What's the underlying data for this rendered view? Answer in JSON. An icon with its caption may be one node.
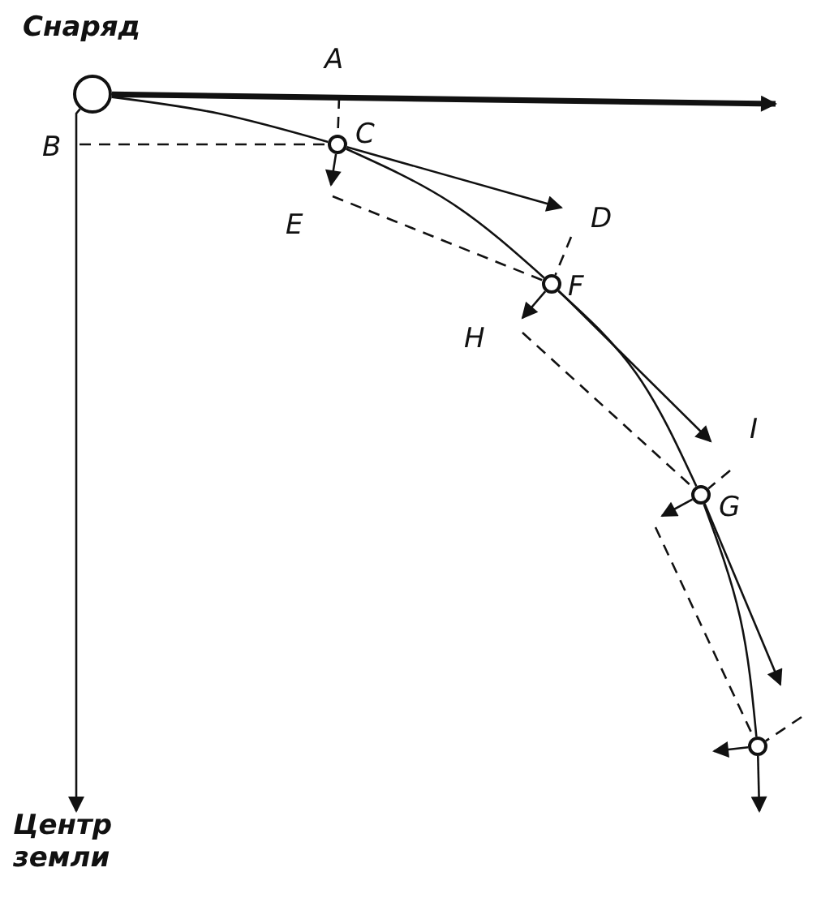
{
  "diagram": {
    "nodes": [
      {
        "text": [],
        "shape": "circle",
        "beside": [
          "Снаряд"
        ]
      },
      {
        "text": [
          "Центр земли"
        ]
      },
      {
        "text": [],
        "shape": "circle",
        "beside": [
          "C"
        ]
      },
      {
        "text": [],
        "shape": "circle",
        "beside": [
          "F"
        ]
      },
      {
        "text": [],
        "shape": "circle",
        "beside": [
          "G"
        ]
      },
      {
        "text": [],
        "shape": "circle"
      }
    ],
    "edges": [
      {
        "from": 0,
        "to": 1,
        "arrow": "to"
      },
      {
        "from": 0,
        "to": null,
        "arrow": "to",
        "style": "thick"
      },
      {
        "from": 0,
        "to": 2,
        "arrow": "none"
      },
      {
        "from": 2,
        "to": 3,
        "arrow": "none"
      },
      {
        "from": 3,
        "to": 4,
        "arrow": "none"
      },
      {
        "from": 4,
        "to": 5,
        "arrow": "none"
      },
      {
        "from": 2,
        "to": null,
        "arrow": "to"
      },
      {
        "from": 3,
        "to": null,
        "arrow": "to"
      },
      {
        "from": 4,
        "to": null,
        "arrow": "to"
      },
      {
        "from": 2,
        "to": null,
        "arrow": "to"
      },
      {
        "from": 3,
        "to": null,
        "arrow": "to"
      },
      {
        "from": 4,
        "to": null,
        "arrow": "to"
      },
      {
        "from": 5,
        "to": null,
        "arrow": "to"
      },
      {
        "from": 5,
        "to": null,
        "arrow": "to"
      },
      {
        "from": null,
        "to": 2,
        "arrow": "none",
        "style": "dashed"
      },
      {
        "from": null,
        "to": 2,
        "arrow": "none",
        "style": "dashed"
      },
      {
        "from": null,
        "to": 3,
        "arrow": "none",
        "style": "dashed"
      },
      {
        "from": null,
        "to": 3,
        "arrow": "none",
        "style": "dashed"
      },
      {
        "from": null,
        "to": 4,
        "arrow": "none",
        "style": "dashed"
      },
      {
        "from": null,
        "to": 4,
        "arrow": "none",
        "style": "dashed"
      },
      {
        "from": null,
        "to": 5,
        "arrow": "none",
        "style": "dashed"
      },
      {
        "from": null,
        "to": 5,
        "arrow": "none",
        "style": "dashed"
      }
    ],
    "labels": [
      "A",
      "B",
      "D",
      "E",
      "H",
      "I"
    ]
  }
}
